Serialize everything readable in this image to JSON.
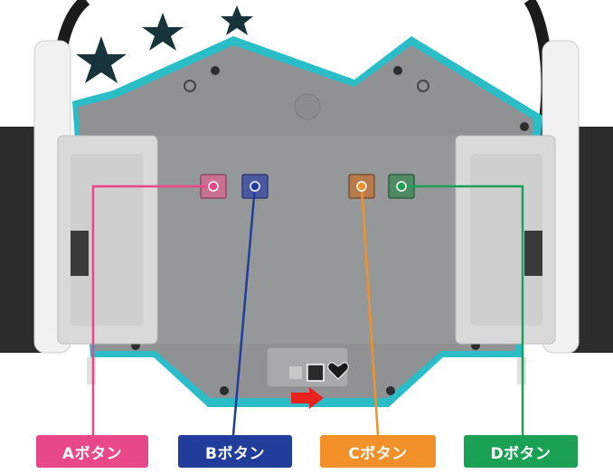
{
  "labels": {
    "a": "Aボタン",
    "b": "Bボタン",
    "c": "Cボタン",
    "d": "Dボタン"
  },
  "colors": {
    "a": "#e8478a",
    "b": "#213d9c",
    "c": "#f2902a",
    "d": "#1aa154",
    "body_outline": "#2bbdc7",
    "star": "#16343a",
    "arrow": "#e8231d"
  },
  "icons": [
    "star-icon",
    "heart-icon",
    "arrow-right-icon"
  ]
}
